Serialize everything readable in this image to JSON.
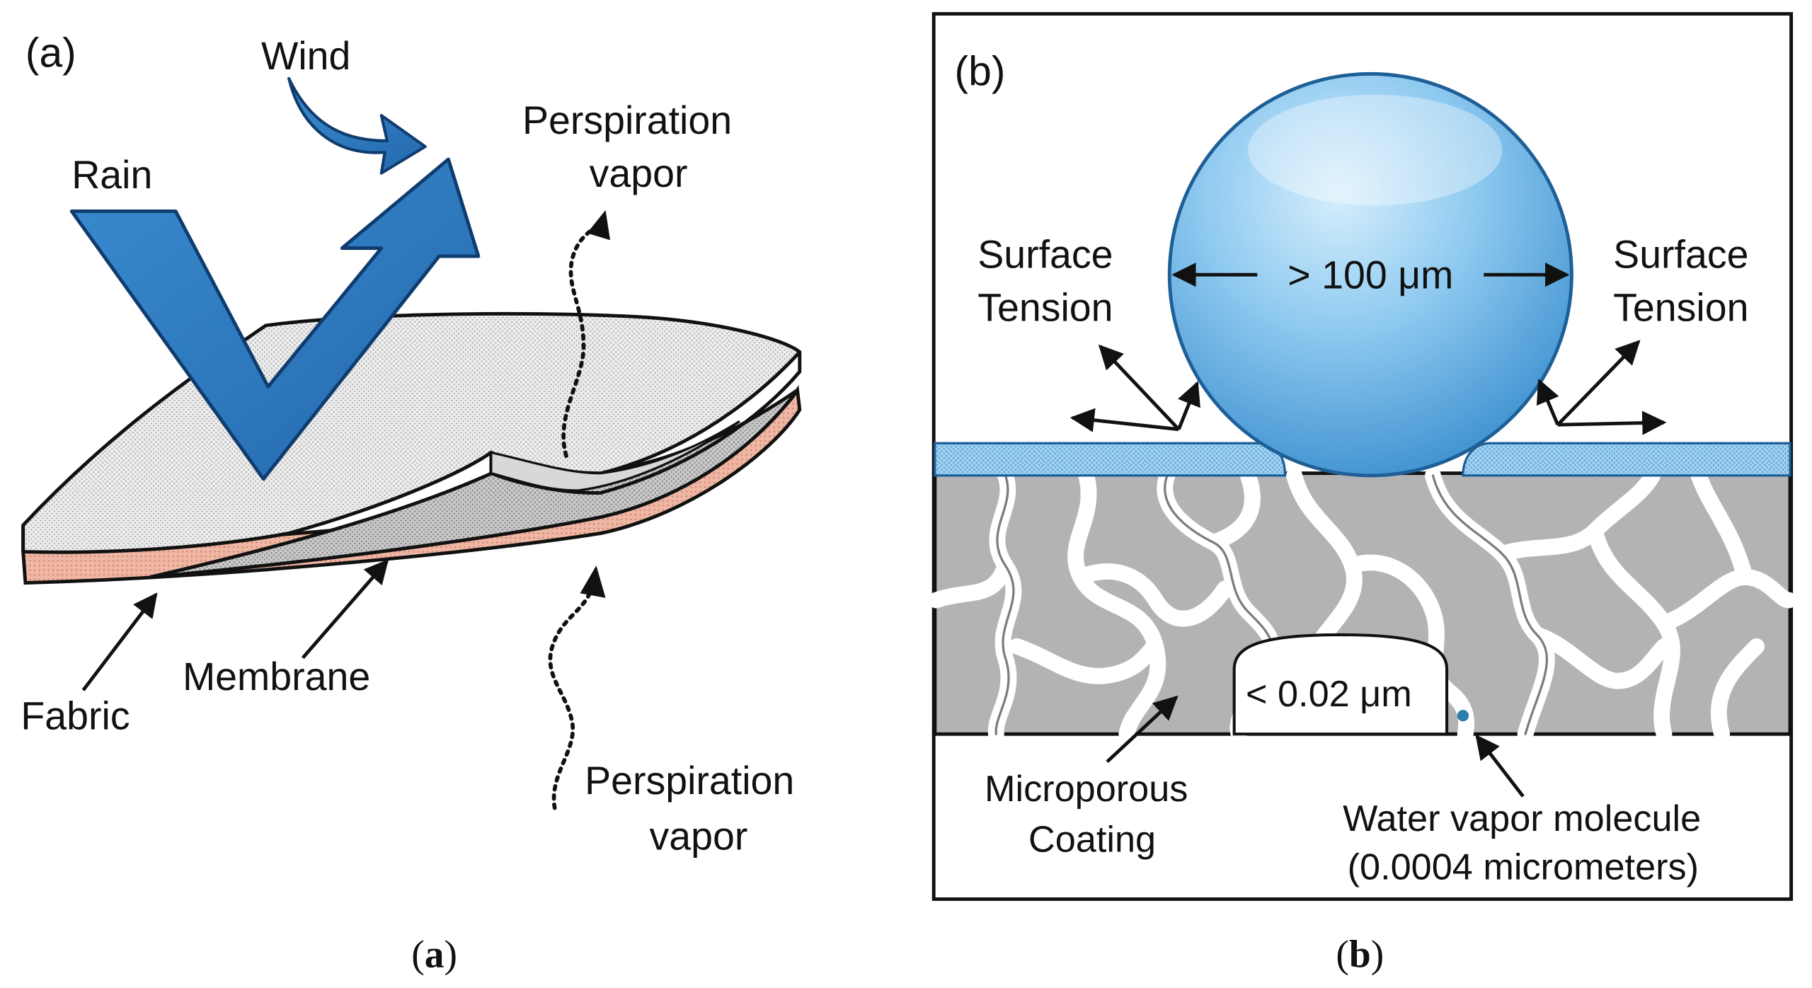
{
  "panel_a": {
    "tag": "(a)",
    "wind_label": "Wind",
    "rain_label": "Rain",
    "vapor_top_line1": "Perspiration",
    "vapor_top_line2": "vapor",
    "membrane_label": "Membrane",
    "fabric_label": "Fabric",
    "vapor_bottom_line1": "Perspiration",
    "vapor_bottom_line2": "vapor",
    "caption_open": "(",
    "caption_letter": "a",
    "caption_close": ")"
  },
  "panel_b": {
    "tag": "(b)",
    "surface_left_line1": "Surface",
    "surface_left_line2": "Tension",
    "surface_right_line1": "Surface",
    "surface_right_line2": "Tension",
    "droplet_size": "> 100 μm",
    "pore_size": "< 0.02 μm",
    "coating_line1": "Microporous",
    "coating_line2": "Coating",
    "molecule_line1": "Water vapor molecule",
    "molecule_line2": "(0.0004 micrometers)",
    "caption_open": "(",
    "caption_letter": "b",
    "caption_close": ")"
  },
  "colors": {
    "arrow_blue": "#2f7fc6",
    "droplet_blue": "#6fb8e8",
    "coating_blue": "#8ec5ea",
    "membrane_grey": "#b3b3b3",
    "fabric_pink": "#e8a690",
    "molecule": "#2a7fb0"
  },
  "icons": {
    "rain_arrow": "v-shaped-arrow-icon",
    "wind_arrow": "curved-arrow-icon",
    "vapor_path": "dotted-wavy-arrow-icon"
  }
}
